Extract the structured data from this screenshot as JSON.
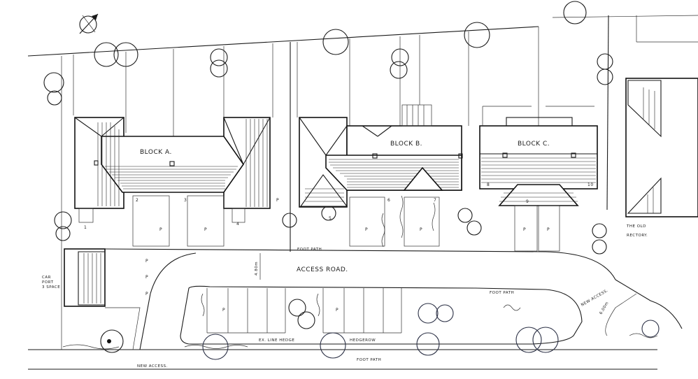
{
  "labels": {
    "block_a": "BLOCK A.",
    "block_b": "BLOCK B.",
    "block_c": "BLOCK C.",
    "access_road": "ACCESS ROAD.",
    "old_rectory_line1": "THE OLD",
    "old_rectory_line2": "RECTORY.",
    "footpath_north": "FOOT PATH",
    "footpath_east": "FOOT PATH",
    "footpath_south": "FOOT PATH",
    "new_access_south": "NEW ACCESS.",
    "new_access_east": "NEW ACCESS.",
    "car_port_line1": "CAR",
    "car_port_line2": "PORT",
    "car_port_line3": "3 SPACE",
    "fence_1": "EX. LINE HEDGE",
    "fence_2": "HEDGEROW",
    "dim_road_width": "4.80m",
    "dim_splay": "6.00m",
    "parking_mark": "P",
    "plot_1": "1",
    "plot_2": "2",
    "plot_3": "3",
    "plot_4": "4",
    "plot_5": "5",
    "plot_6": "6",
    "plot_7": "7",
    "plot_8": "8",
    "plot_9": "9",
    "plot_10": "10"
  },
  "icons": {
    "north_arrow": "north-arrow-icon"
  },
  "colors": {
    "ink": "#1a1a1a",
    "paper": "#ffffff",
    "tree_ink": "#2a2f44"
  }
}
